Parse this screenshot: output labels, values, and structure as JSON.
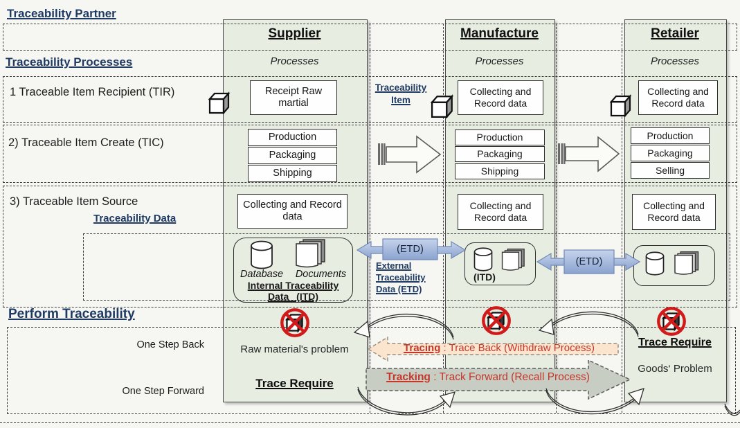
{
  "sections": {
    "partner_heading": "Traceability Partner",
    "processes_heading": "Traceability Processes",
    "perform_heading": "Perform Traceability",
    "row1_label": "1 Traceable Item Recipient (TIR)",
    "row2_label": "2) Traceable Item Create (TIC)",
    "row3_label": "3) Traceable Item Source",
    "traceability_data_label": "Traceability Data",
    "one_step_back": "One Step Back",
    "one_step_forward": "One Step Forward"
  },
  "middle_labels": {
    "traceability_item": [
      "Traceability",
      "Item"
    ],
    "external_etd": [
      "External",
      "Traceability",
      "Data (ETD)"
    ],
    "etd1": "(ETD)",
    "etd2": "(ETD)"
  },
  "supplier": {
    "title": "Supplier",
    "processes": "Processes",
    "receipt_box": "Receipt Raw martial",
    "steps": [
      "Production",
      "Packaging",
      "Shipping"
    ],
    "collect_box": "Collecting and Record data",
    "database_label": "Database",
    "documents_label": "Documents",
    "itd_line1": "Internal Traceability",
    "itd_line2": "Data (ITD)",
    "problem": "Raw material's problem",
    "trace_require": "Trace Require"
  },
  "manufacture": {
    "title": "Manufacture",
    "processes": "Processes",
    "collect_top": "Collecting and Record data",
    "steps": [
      "Production",
      "Packaging",
      "Shipping"
    ],
    "collect_box": "Collecting and Record data",
    "itd_label": "(ITD)"
  },
  "retailer": {
    "title": "Retailer",
    "processes": "Processes",
    "collect_top": "Collecting and Record data",
    "steps": [
      "Production",
      "Packaging",
      "Selling"
    ],
    "collect_box": "Collecting and Record data",
    "trace_require": "Trace Require",
    "problem": "Goods‘ Problem"
  },
  "perform": {
    "tracing_word": "Tracing",
    "tracing_rest": " : Trace Back (Withdraw Process)",
    "tracking_word": "Tracking",
    "tracking_rest": " : Track Forward (Recall Process)"
  },
  "colors": {
    "column_fill": "#e7ede1",
    "heading_navy": "#1f3a63",
    "etd_arrow_fill": "#9fb6da",
    "tracing_fill": "#fbe5cf",
    "tracking_fill": "#c7cdc3",
    "alert_red": "#d11a1a",
    "label_red": "#c4372b"
  }
}
